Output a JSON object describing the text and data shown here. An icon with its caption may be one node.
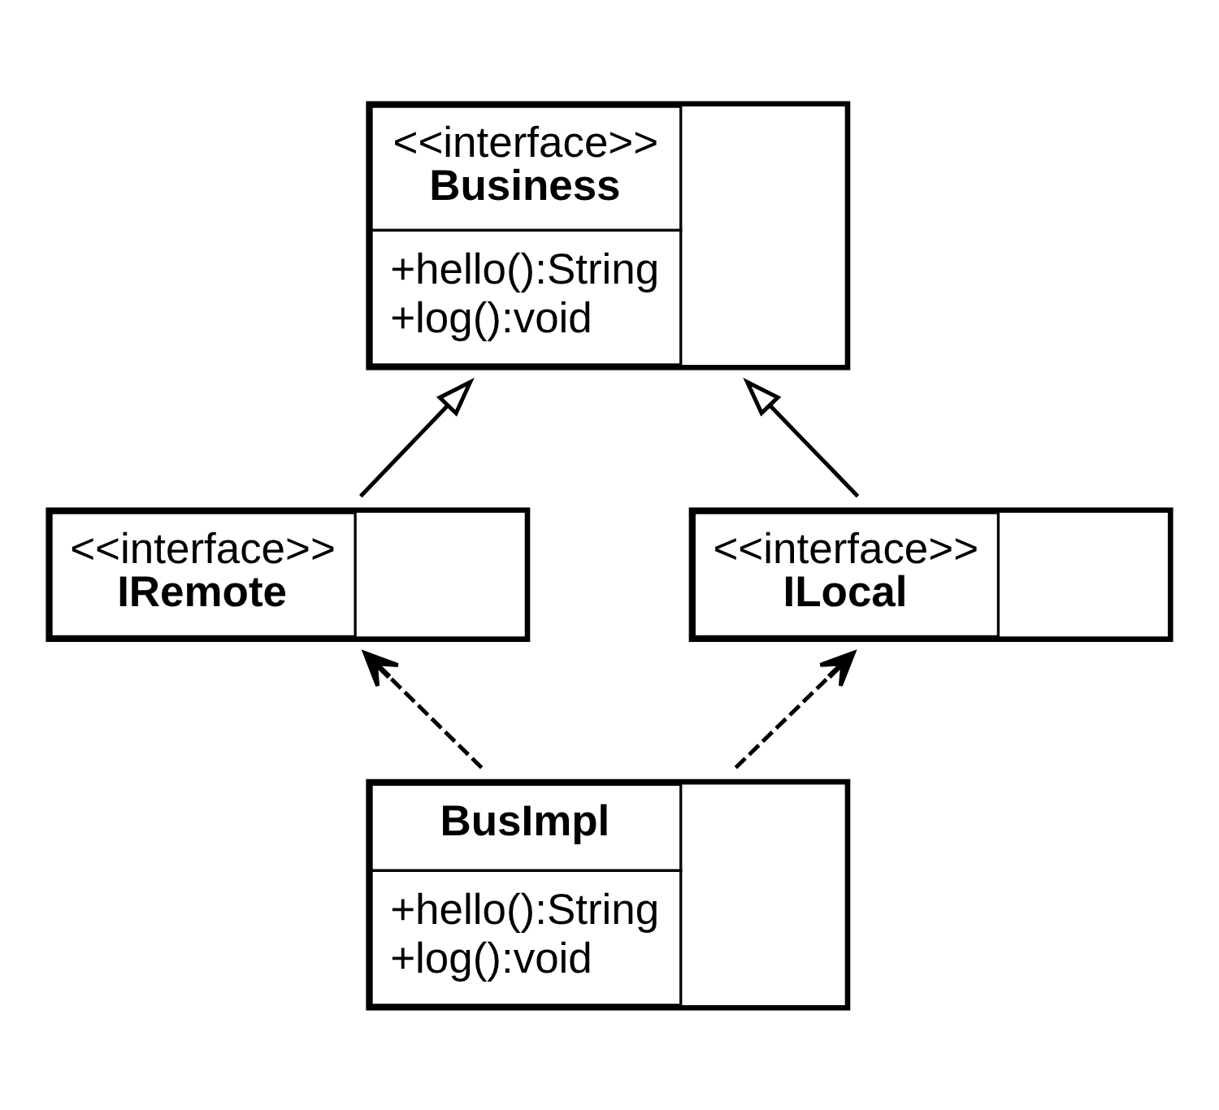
{
  "diagram": {
    "nodes": [
      {
        "text": [
          "<<interface>>",
          "Business",
          "+hello():String",
          "+log():void"
        ]
      },
      {
        "text": [
          "<<interface>>",
          "IRemote"
        ]
      },
      {
        "text": [
          "<<interface>>",
          "ILocal"
        ]
      },
      {
        "text": [
          "BusImpl",
          "+hello():String",
          "+log():void"
        ]
      }
    ],
    "edges": [
      {
        "from": 1,
        "to": 0,
        "arrow": "to"
      },
      {
        "from": 2,
        "to": 0,
        "arrow": "to"
      },
      {
        "from": 3,
        "to": 1,
        "arrow": "to",
        "style": "dashed"
      },
      {
        "from": 3,
        "to": 2,
        "arrow": "to",
        "style": "dashed"
      }
    ]
  }
}
